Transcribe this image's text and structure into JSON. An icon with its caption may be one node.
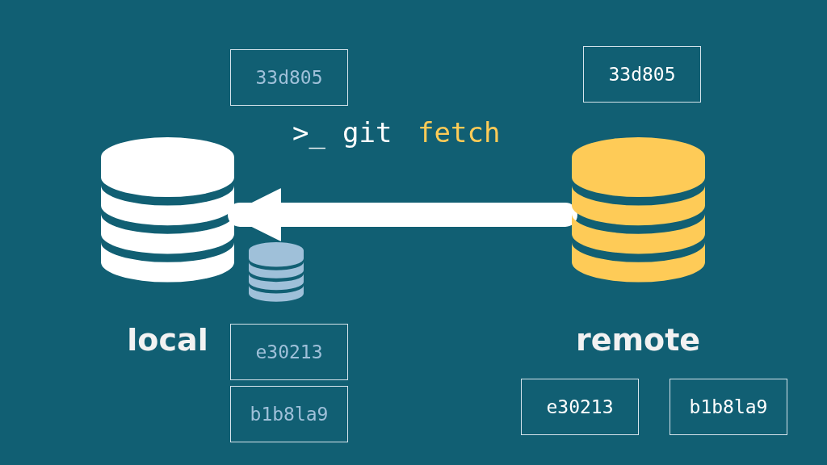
{
  "diagram": {
    "nodes": [
      {
        "text": [
          "33d805"
        ]
      },
      {
        "text": [
          "33d805"
        ]
      },
      {
        "text": [
          "local"
        ]
      },
      {
        "text": [
          "remote"
        ]
      },
      {
        "text": [],
        "shape": "cylinder"
      },
      {
        "text": [
          "e30213"
        ]
      },
      {
        "text": [
          "b1b8la9"
        ]
      },
      {
        "text": [
          "e30213"
        ]
      },
      {
        "text": [
          "b1b8la9"
        ]
      }
    ],
    "edges": [
      {
        "from": 3,
        "to": 2,
        "arrow": "to"
      }
    ],
    "labels": [
      ">_",
      "git",
      "fetch"
    ]
  }
}
